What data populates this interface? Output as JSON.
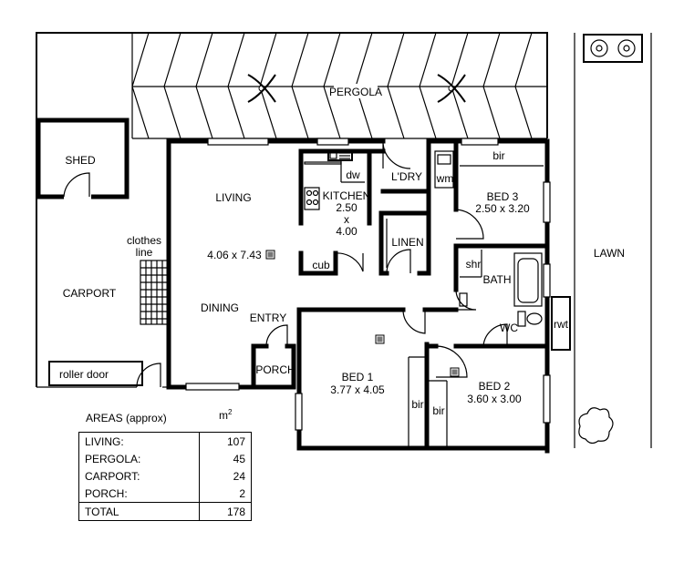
{
  "rooms": {
    "pergola": "PERGOLA",
    "shed": "SHED",
    "living": "LIVING",
    "kitchen": "KITCHEN",
    "kitchen_dim_1": "2.50",
    "kitchen_dim_x": "x",
    "kitchen_dim_2": "4.00",
    "dw": "dw",
    "laundry": "L'DRY",
    "wm": "wm",
    "bed3": "BED 3",
    "bed3_dim": "2.50 x 3.20",
    "bir": "bir",
    "clothes_line_1": "clothes",
    "clothes_line_2": "line",
    "carport": "CARPORT",
    "living_dim": "4.06 x 7.43",
    "linen": "LINEN",
    "shr": "shr",
    "bath": "BATH",
    "lawn": "LAWN",
    "cub": "cub",
    "dining": "DINING",
    "entry": "ENTRY",
    "wc": "WC",
    "rwt": "rwt",
    "roller_door": "roller door",
    "porch": "PORCH",
    "bed1": "BED 1",
    "bed1_dim": "3.77 x 4.05",
    "bed2": "BED 2",
    "bed2_dim": "3.60 x 3.00"
  },
  "areas": {
    "title": "AREAS (approx)",
    "unit": "m",
    "unit_sup": "2",
    "rows": [
      {
        "label": "LIVING:",
        "value": "107"
      },
      {
        "label": "PERGOLA:",
        "value": "45"
      },
      {
        "label": "CARPORT:",
        "value": "24"
      },
      {
        "label": "PORCH:",
        "value": "2"
      }
    ],
    "total_label": "TOTAL",
    "total_value": "178"
  }
}
